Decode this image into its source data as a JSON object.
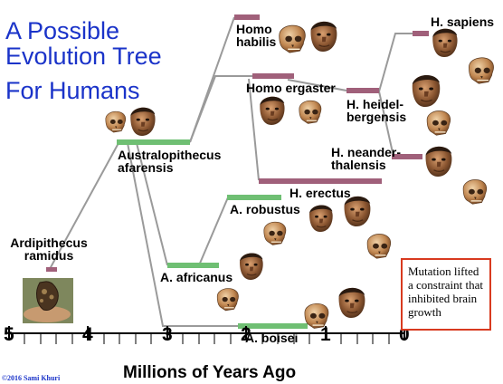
{
  "title_lines": [
    "A Possible",
    "Evolution Tree",
    "For Humans"
  ],
  "species": {
    "ramidus": "Ardipithecus\nramidus",
    "afarensis": "Australopithecus\nafarensis",
    "habilis": "Homo\nhabilis",
    "ergaster": "Homo ergaster",
    "sapiens": "H. sapiens",
    "heidelbergensis": "H. heidel-\nbergensis",
    "neanderthalensis": "H. neander-\nthalensis",
    "erectus": "H. erectus",
    "robustus": "A. robustus",
    "africanus": "A. africanus",
    "boisei": "A. boisei"
  },
  "axis": {
    "title": "Millions of Years Ago",
    "ticks": [
      "5",
      "4",
      "3",
      "2",
      "1",
      "0"
    ]
  },
  "note": "Mutation lifted a constraint that inhibited brain growth",
  "credit": "©2016 Sami Khuri",
  "colors": {
    "title": "#1a33c9",
    "australopithecus_bar": "#6fbf73",
    "homo_bar": "#a0607a",
    "branch_line": "#9a9a9a",
    "note_border": "#d83a1f"
  },
  "icons": [
    "skull-icon",
    "face-icon",
    "fossil-photo"
  ]
}
